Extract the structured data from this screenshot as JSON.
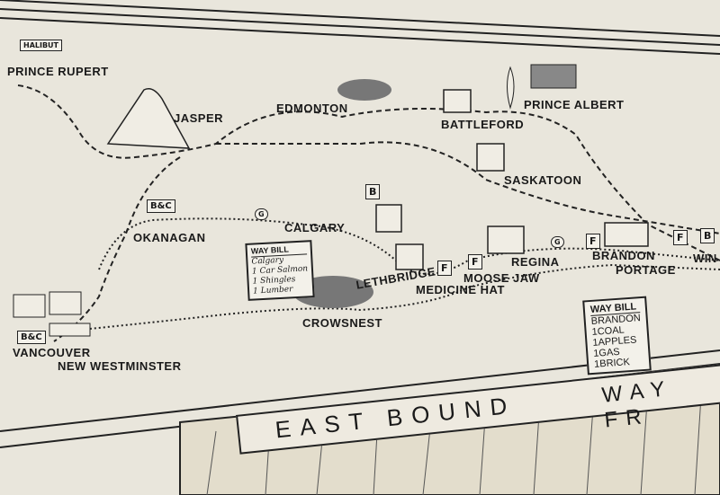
{
  "map": {
    "places": {
      "prince_rupert": "PRINCE RUPERT",
      "jasper": "JASPER",
      "edmonton": "EDMONTON",
      "prince_albert": "PRINCE ALBERT",
      "battleford": "BATTLEFORD",
      "saskatoon": "SASKATOON",
      "okanagan": "OKANAGAN",
      "calgary": "CALGARY",
      "regina": "REGINA",
      "brandon": "BRANDON",
      "portage": "PORTAGE",
      "winnipeg_partial": "WIN",
      "moose_jaw": "MOOSE JAW",
      "medicine_hat": "MEDICINE HAT",
      "lethbridge": "LETHBRIDGE",
      "crowsnest": "CROWSNEST",
      "vancouver": "VANCOUVER",
      "new_westminster": "NEW WESTMINSTER"
    },
    "crate_labels": {
      "halibut": "HALIBUT",
      "bc": "B&C",
      "g": "G",
      "f": "F",
      "b": "B"
    },
    "waybill_calgary": {
      "title": "WAY BILL",
      "lines": [
        "Calgary",
        "1 Car Salmon",
        "1 Shingles",
        "1 Lumber"
      ]
    },
    "waybill_brandon": {
      "title": "WAY BILL",
      "lines": [
        "BRANDON",
        "1COAL",
        "1APPLES",
        "1GAS",
        "1BRICK"
      ]
    },
    "sign": "EAST BOUND",
    "sign_right": "WAY FR"
  }
}
